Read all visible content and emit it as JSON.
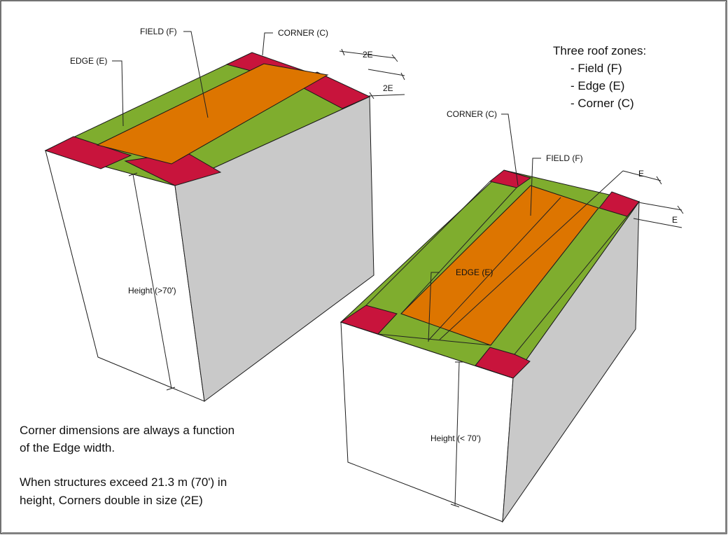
{
  "colors": {
    "corner": "#c8143c",
    "edge": "#7fad2e",
    "field": "#dd7500",
    "wall_light": "#ffffff",
    "wall_shade": "#c9c9c9",
    "frame": "#333333"
  },
  "legend": {
    "title": "Three roof zones:",
    "items": [
      "- Field (F)",
      "- Edge (E)",
      "- Corner (C)"
    ]
  },
  "tall_building": {
    "field_label": "FIELD (F)",
    "corner_label": "CORNER (C)",
    "edge_label": "EDGE (E)",
    "dim1": "2E",
    "dim2": "2E",
    "height_label": "Height (>70')"
  },
  "short_building": {
    "corner_label": "CORNER (C)",
    "field_label": "FIELD (F)",
    "edge_label": "EDGE (E)",
    "dim1": "E",
    "dim2": "E",
    "height_label": "Height (< 70')"
  },
  "notes": {
    "line1": "Corner dimensions are always a function",
    "line2": "of the Edge width.",
    "line3": "When structures exceed 21.3 m (70') in",
    "line4": "height, Corners double in size (2E)"
  }
}
